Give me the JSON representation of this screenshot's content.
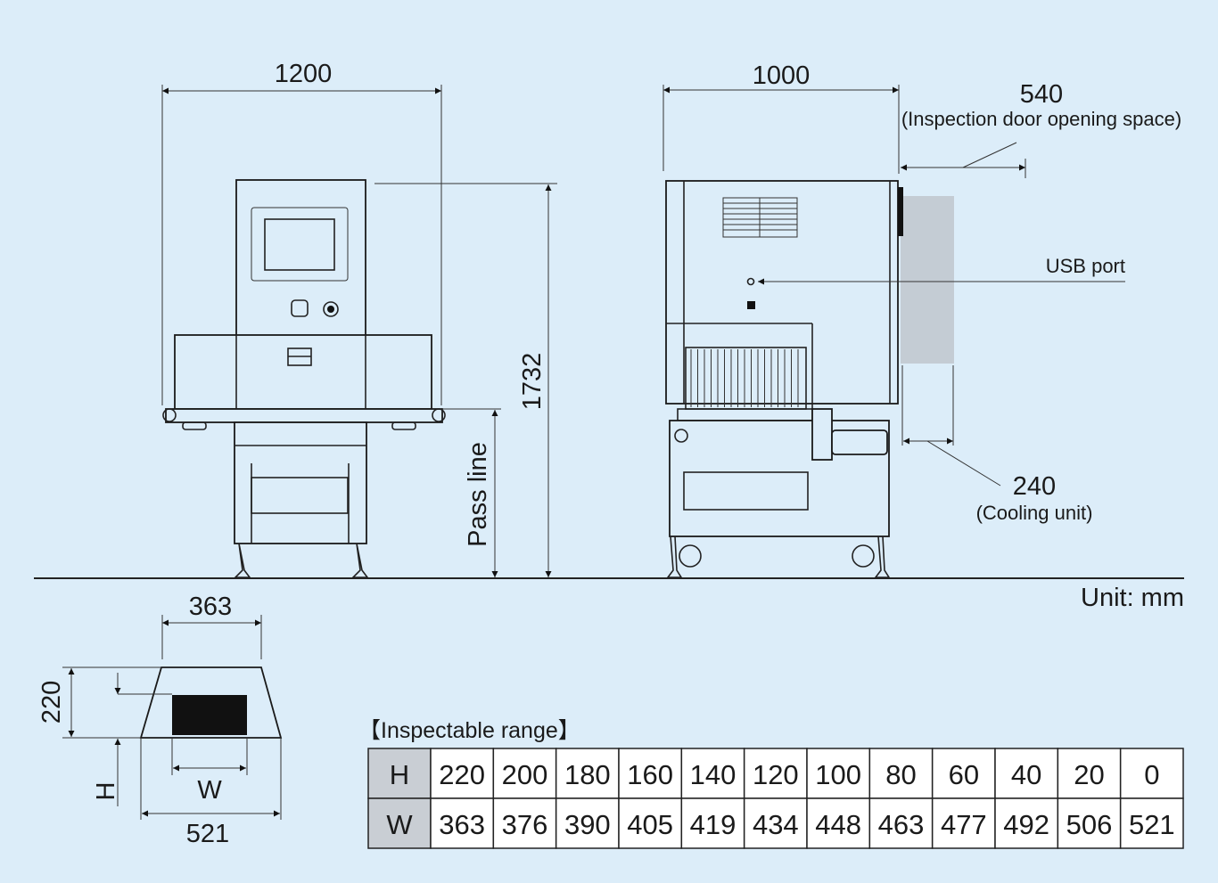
{
  "front_view": {
    "width_label": "1200",
    "height_label": "1732",
    "pass_line_label": "Pass line"
  },
  "side_view": {
    "depth_label": "1000",
    "door_space_value": "540",
    "door_space_note": "(Inspection door opening space)",
    "usb_label": "USB port",
    "cooling_value": "240",
    "cooling_note": "(Cooling unit)"
  },
  "unit_label": "Unit: mm",
  "cross_section": {
    "top_width": "363",
    "height": "220",
    "h_label": "H",
    "w_label": "W",
    "bottom_width": "521"
  },
  "range_table": {
    "title": "【Inspectable range】",
    "rows": [
      {
        "label": "H",
        "values": [
          "220",
          "200",
          "180",
          "160",
          "140",
          "120",
          "100",
          "80",
          "60",
          "40",
          "20",
          "0"
        ]
      },
      {
        "label": "W",
        "values": [
          "363",
          "376",
          "390",
          "405",
          "419",
          "434",
          "448",
          "463",
          "477",
          "492",
          "506",
          "521"
        ]
      }
    ]
  },
  "colors": {
    "background": "#dcedf9",
    "header_cell": "#c9ced4",
    "cooling_unit": "#c4ccd4"
  }
}
